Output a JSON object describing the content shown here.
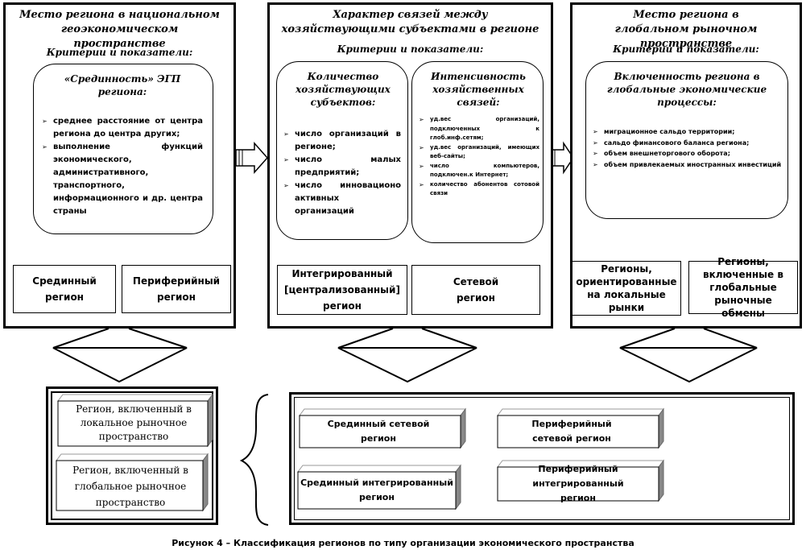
{
  "panels": [
    {
      "title": "Место региона в национальном геоэкономическом пространстве",
      "criteria": "Критерии и показатели:",
      "inner": {
        "heading": "«Срединность» ЭГП региона:",
        "items": [
          "среднее расстояние от центра региона до центра других;",
          "выполнение функций экономического, административного, транспортного, информационного и др. центра страны"
        ]
      },
      "outputs": [
        "Срединный регион",
        "Периферийный регион"
      ]
    },
    {
      "title": "Характер связей между хозяйствующими субъектами в регионе",
      "criteria": "Критерии и показатели:",
      "inner_left": {
        "heading": "Количество хозяйствующих субъектов:",
        "items": [
          "число организаций в регионе;",
          "число малых предприятий;",
          "число инновационо активных организаций"
        ]
      },
      "inner_right": {
        "heading": "Интенсивность хозяйственных связей:",
        "items": [
          "уд.вес организаций, подключенных к глоб.инф.сетям;",
          "уд.вес организаций, имеющих веб-сайты;",
          "число компьютеров, подключен.к Интернет;",
          "количество абонентов сотовой связи"
        ]
      },
      "outputs": [
        "Интегрированный [централизованный] регион",
        "Сетевой регион"
      ]
    },
    {
      "title": "Место региона в глобальном рыночном пространстве",
      "criteria": "Критерии и показатели:",
      "inner": {
        "heading": "Включенность региона в глобальные экономические процессы:",
        "items": [
          "миграционное сальдо территории;",
          "сальдо финансового баланса региона;",
          "объем внешнеторгового оборота;",
          "объем привлекаемых иностранных инвестиций"
        ]
      },
      "outputs": [
        "Регионы, ориентированные на локальные рынки",
        "Регионы, включенные в глобальные рыночные обмены"
      ]
    }
  ],
  "result_left": [
    "Регион, включенный в локальное рыночное пространство",
    "Регион, включенный в глобальное рыночное пространство"
  ],
  "result_right": [
    "Срединный сетевой регион",
    "Периферийный сетевой регион",
    "Срединный интегрированный регион",
    "Периферийный интегрированный регион"
  ],
  "caption": "Рисунок 4 – Классификация регионов по типу организации экономического пространства"
}
